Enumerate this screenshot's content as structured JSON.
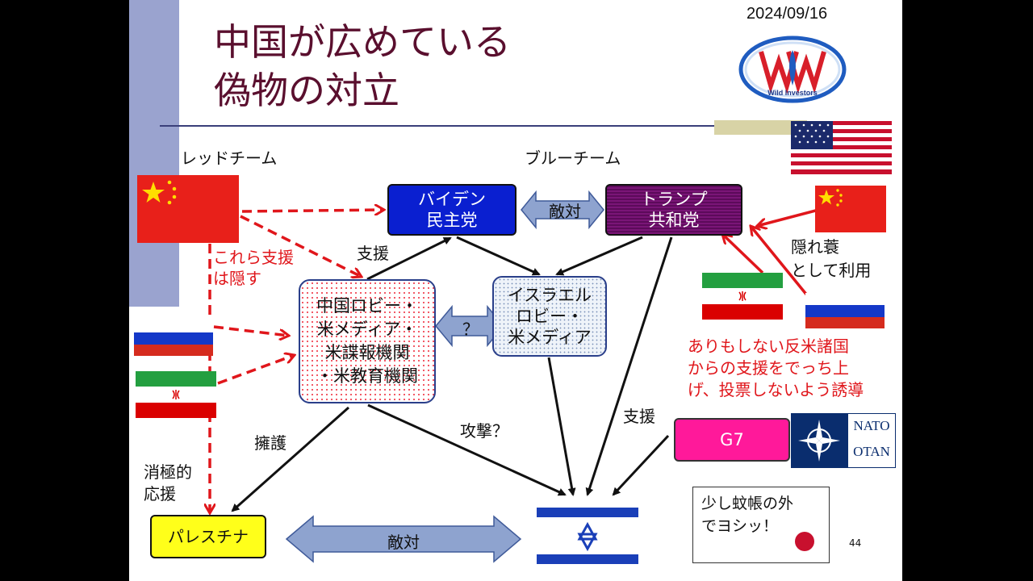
{
  "slide": {
    "title_line1": "中国が広めている",
    "title_line2": "偽物の対立",
    "date": "2024/09/16",
    "logo_text": "Wild Investors",
    "page_number": "44"
  },
  "labels": {
    "red_team": "レッドチーム",
    "blue_team": "ブルーチーム",
    "support_top": "支援",
    "hide_support_1": "これら支援",
    "hide_support_2": "は隠す",
    "disguise_1": "隠れ蓑",
    "disguise_2": "として利用",
    "fake_1": "ありもしない反米諸国",
    "fake_2": "からの支援をでっち上",
    "fake_3": "げ、投票しないよう誘導",
    "defend": "擁護",
    "attack": "攻撃？",
    "support_right": "支援",
    "passive_1": "消極的",
    "passive_2": "応援"
  },
  "nodes": {
    "biden_1": "バイデン",
    "biden_2": "民主党",
    "trump_1": "トランプ",
    "trump_2": "共和党",
    "rivalry_top": "敵対",
    "china_lobby_1": "中国ロビー・",
    "china_lobby_2": "米メディア・",
    "china_lobby_3": "米諜報機関",
    "china_lobby_4": "・米教育機関",
    "question": "？",
    "israel_lobby_1": "イスラエル",
    "israel_lobby_2": "ロビー・",
    "israel_lobby_3": "米メディア",
    "palestine": "パレスチナ",
    "rivalry_bottom": "敵対",
    "g7": "G7",
    "nato_1": "NATO",
    "nato_2": "OTAN",
    "japan_1": "少し蚊帳の外",
    "japan_2": "でヨシッ！"
  },
  "colors": {
    "title": "#5a0f2e",
    "biden_box": "#0a1fd0",
    "trump_box": "#6b1068",
    "dashed_arrow": "#e0161b",
    "palestine_box": "#ffff1a",
    "g7_box": "#ff199a",
    "double_arrow": "#8ea3cf"
  },
  "icons": [
    "usa-flag-icon",
    "china-flag-icon",
    "russia-flag-icon",
    "iran-flag-icon",
    "israel-flag-icon",
    "nato-flag-icon",
    "japan-flag-icon",
    "wild-investors-logo"
  ]
}
